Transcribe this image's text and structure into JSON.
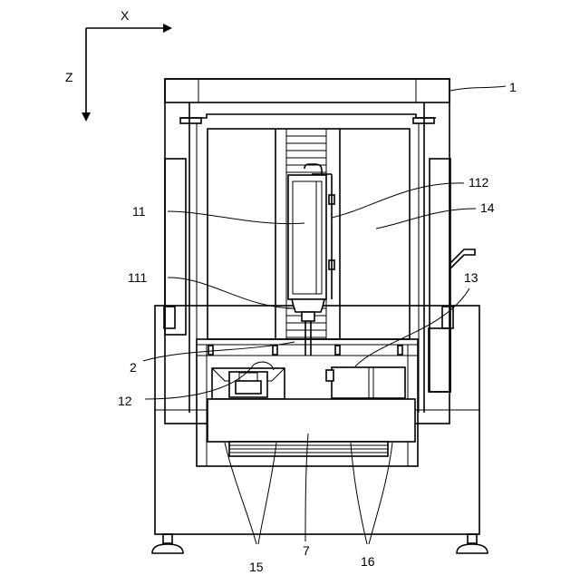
{
  "axes": {
    "x_label": "X",
    "z_label": "Z"
  },
  "reference_numerals": {
    "frame": "1",
    "tool": "2",
    "spindle_unit": "11",
    "spindle_head": "111",
    "spindle_cable": "112",
    "workpiece_holder": "12",
    "sensor": "13",
    "column_plate": "14",
    "rails_left": "15",
    "rails_right": "16",
    "table": "7"
  }
}
